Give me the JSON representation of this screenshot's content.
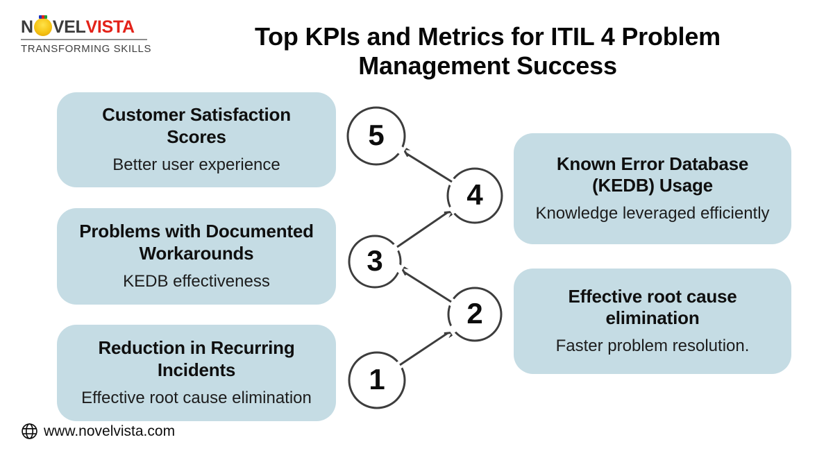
{
  "brand": {
    "name_part1": "N",
    "name_part2": "VEL",
    "name_part3": "VISTA",
    "tagline": "TRANSFORMING SKILLS",
    "website": "www.novelvista.com"
  },
  "title": {
    "line1": "Top KPIs and Metrics for ITIL 4 Problem",
    "line2": "Management Success"
  },
  "steps": [
    {
      "number": "1",
      "title": "Reduction in Recurring Incidents",
      "subtitle": "Effective root cause elimination"
    },
    {
      "number": "2",
      "title": "Effective root cause elimination",
      "subtitle": "Faster problem resolution."
    },
    {
      "number": "3",
      "title": "Problems with Documented Workarounds",
      "subtitle": "KEDB effectiveness"
    },
    {
      "number": "4",
      "title": "Known Error Database (KEDB) Usage",
      "subtitle": "Knowledge leveraged efficiently"
    },
    {
      "number": "5",
      "title": "Customer Satisfaction Scores",
      "subtitle": "Better user experience"
    }
  ],
  "colors": {
    "box_bg": "#c5dce4",
    "brand_red": "#e32219",
    "brand_dark": "#3b3b3b",
    "bulb_yellow": "#f6c414",
    "line_stroke": "#3d3d3d"
  }
}
